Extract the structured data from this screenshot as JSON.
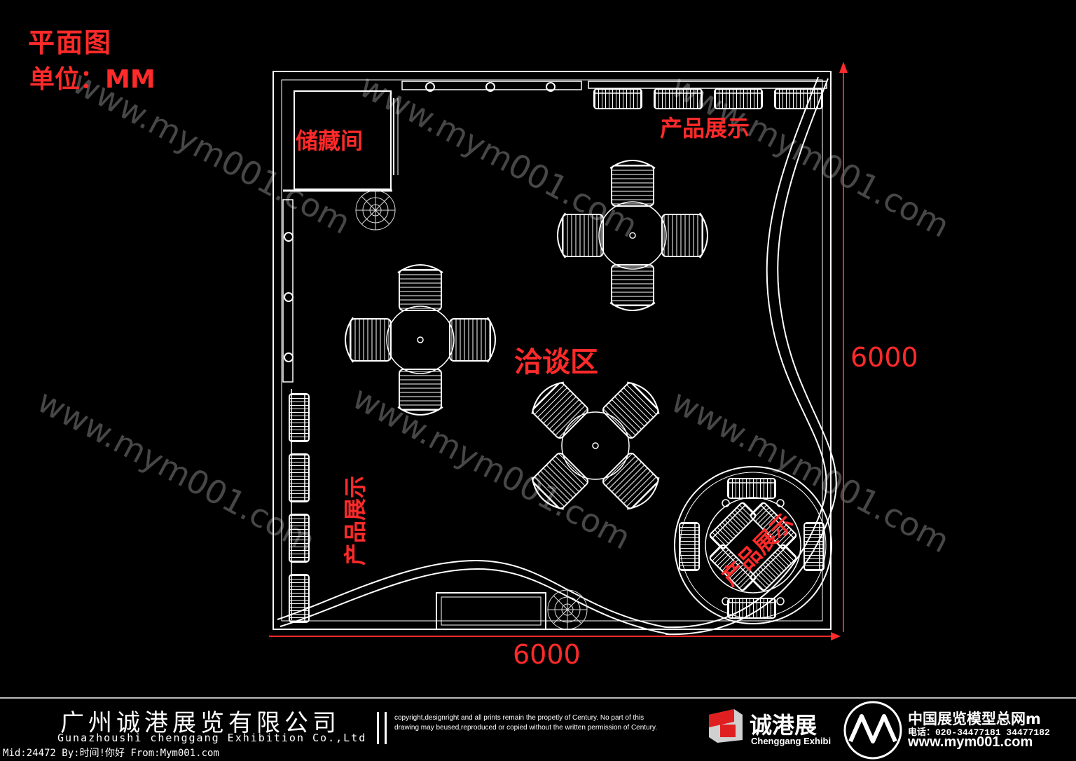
{
  "header": {
    "title": "平面图",
    "unit": "单位：MM"
  },
  "zones": {
    "storage": "储藏间",
    "product_top": "产品展示",
    "product_left": "产品展示",
    "product_round": "产品展示",
    "negotiation": "洽谈区"
  },
  "dimensions": {
    "width": "6000",
    "depth": "6000"
  },
  "watermark": "www.mym001.com",
  "footer": {
    "company_cn": "广州诚港展览有限公司",
    "company_en": "Gunazhoushi chenggang Exhibition Co.,Ltd",
    "mid_line": "Mid:24472 By:时间!你好 From:Mym001.com",
    "copyright": "copyright,designright and all prints remain the propetly of Century. No part of this drawing may beused,reproduced or copied without the written permission of      Century.",
    "brand_cn": "诚港展",
    "brand_en": "Chenggang Exhibi",
    "site_cn": "中国展览模型总网m",
    "site_tel": "电话：020-34477181 34477182",
    "site_url": "www.mym001.com"
  },
  "colors": {
    "accent": "#ff2a2a",
    "line": "#ffffff",
    "background": "#000000"
  }
}
